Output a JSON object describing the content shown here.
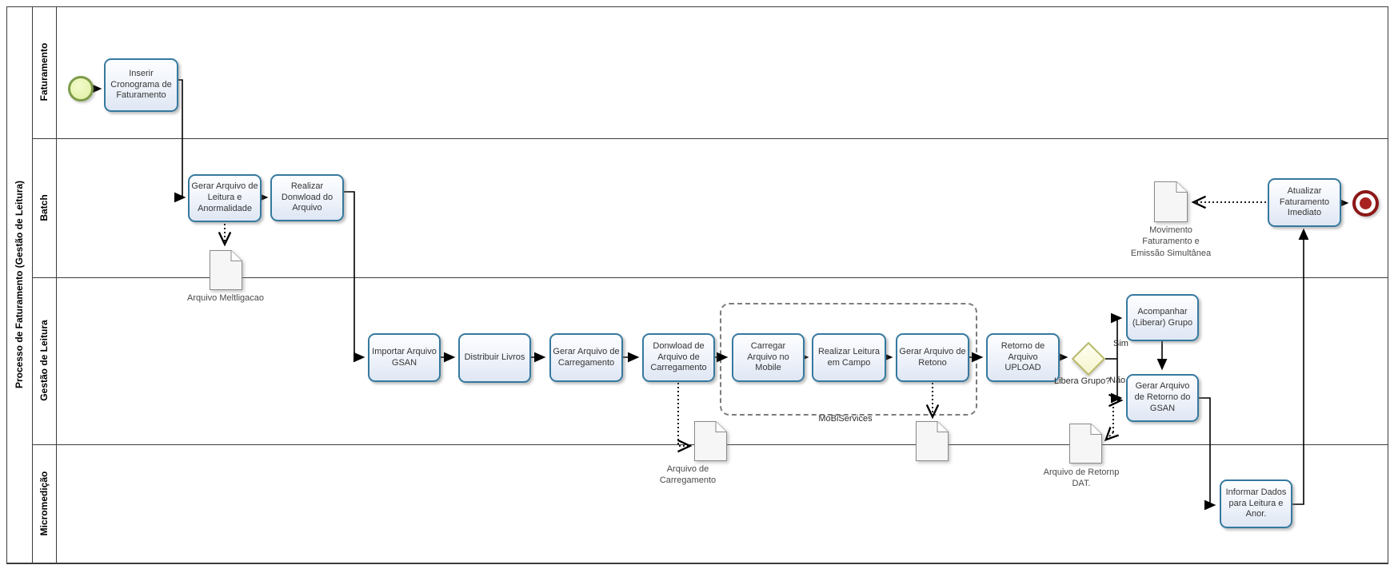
{
  "pool": {
    "title": "Processo de Faturamento (Gestão de Leitura)",
    "lanes": [
      {
        "label": "Faturamento"
      },
      {
        "label": "Batch"
      },
      {
        "label": "Gestão de Leitura"
      },
      {
        "label": "Micromedição"
      }
    ]
  },
  "tasks": [
    {
      "id": "inserir-cronograma",
      "label": "Inserir Cronograma de Faturamento"
    },
    {
      "id": "gerar-arquivo-leitura",
      "label": "Gerar Arquivo de Leitura e Anormalidade"
    },
    {
      "id": "realizar-donwload",
      "label": "Realizar Donwload do Arquivo"
    },
    {
      "id": "importar-arquivo-gsan",
      "label": "Importar Arquivo GSAN"
    },
    {
      "id": "distribuir-livros",
      "label": "Distribuir Livros"
    },
    {
      "id": "gerar-arquivo-carregamento",
      "label": "Gerar Arquivo de Carregamento"
    },
    {
      "id": "donwload-arquivo-carregamento",
      "label": "Donwload de Arquivo de Carregamento"
    },
    {
      "id": "carregar-arquivo-mobile",
      "label": "Carregar Arquivo no Mobile"
    },
    {
      "id": "realizar-leitura-campo",
      "label": "Realizar Leitura em Campo"
    },
    {
      "id": "gerar-arquivo-retono",
      "label": "Gerar Arquivo de Retono"
    },
    {
      "id": "retorno-arquivo-upload",
      "label": "Retorno de Arquivo UPLOAD"
    },
    {
      "id": "acompanhar-liberar-grupo",
      "label": "Acompanhar (Liberar) Grupo"
    },
    {
      "id": "gerar-arquivo-retorno-gsan",
      "label": "Gerar Arquivo de Retorno do GSAN"
    },
    {
      "id": "informar-dados",
      "label": "Informar Dados para Leitura e Anor."
    },
    {
      "id": "atualizar-faturamento",
      "label": "Atualizar Faturamento Imediato"
    }
  ],
  "gateway": {
    "label": "Libera Grupo?",
    "branch_yes": "Sim",
    "branch_no": "Não"
  },
  "group": {
    "label": "MoBiServices"
  },
  "documents": [
    {
      "label": "Arquivo Meltligacao"
    },
    {
      "label": "Arquivo de Carregamento"
    },
    {
      "label": ""
    },
    {
      "label": "Arquivo de Retornp DAT."
    },
    {
      "label": "Movimento Faturamento e Emissão Simultânea"
    }
  ],
  "colors": {
    "task_border": "#35799f",
    "task_fill": "#e7edf8",
    "start_fill": "#e4f0a6",
    "start_border": "#7d9c49",
    "end_red": "#8c1717",
    "gateway_fill": "#f9f8d8",
    "gateway_border": "#b9b96a",
    "group_dash": "#7c7c7c"
  }
}
